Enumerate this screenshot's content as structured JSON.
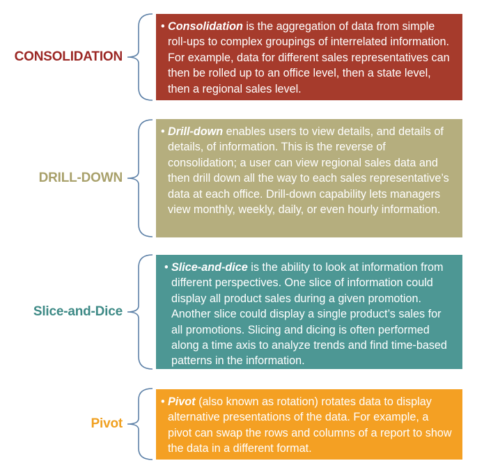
{
  "colors": {
    "consolidation": "#A63B2C",
    "drilldown": "#B5AE7E",
    "slice": "#4D9794",
    "pivot": "#F4A023",
    "consolidation_label": "#9B2724",
    "drilldown_label": "#A8A06A",
    "slice_label": "#3E8A86",
    "pivot_label": "#F0A020",
    "brace": "#5B7FA6"
  },
  "rows": [
    {
      "label": "CONSOLIDATION",
      "bullet": "•",
      "term": "Consolidation",
      "text": " is the aggregation of data from simple roll-ups to complex groupings of interrelated information. For example, data for different sales representatives can then be rolled up to an office level, then a state level, then a regional sales level."
    },
    {
      "label": "DRILL-DOWN",
      "bullet": "•",
      "term": "Drill-down",
      "text": " enables users to view details, and details of details, of information. This is the reverse of consolidation; a user can view regional sales data and then drill down all the way to each sales representative’s data at each office. Drill-down capability lets managers view monthly, weekly, daily, or even hourly information."
    },
    {
      "label": "Slice-and-Dice",
      "bullet": "•",
      "term": "Slice-and-dice",
      "text": " is the ability to look at information from different perspectives. One slice of information could display all product sales during a given promotion. Another slice could display a single product’s sales for all promotions. Slicing and dicing is often performed along a time axis to analyze trends and find time-based patterns in the information."
    },
    {
      "label": "Pivot",
      "bullet": "•",
      "term": "Pivot",
      "text": " (also known as rotation) rotates data to display alternative presentations of the data. For example, a pivot can swap the rows and columns of a report to show the data in a different format."
    }
  ]
}
